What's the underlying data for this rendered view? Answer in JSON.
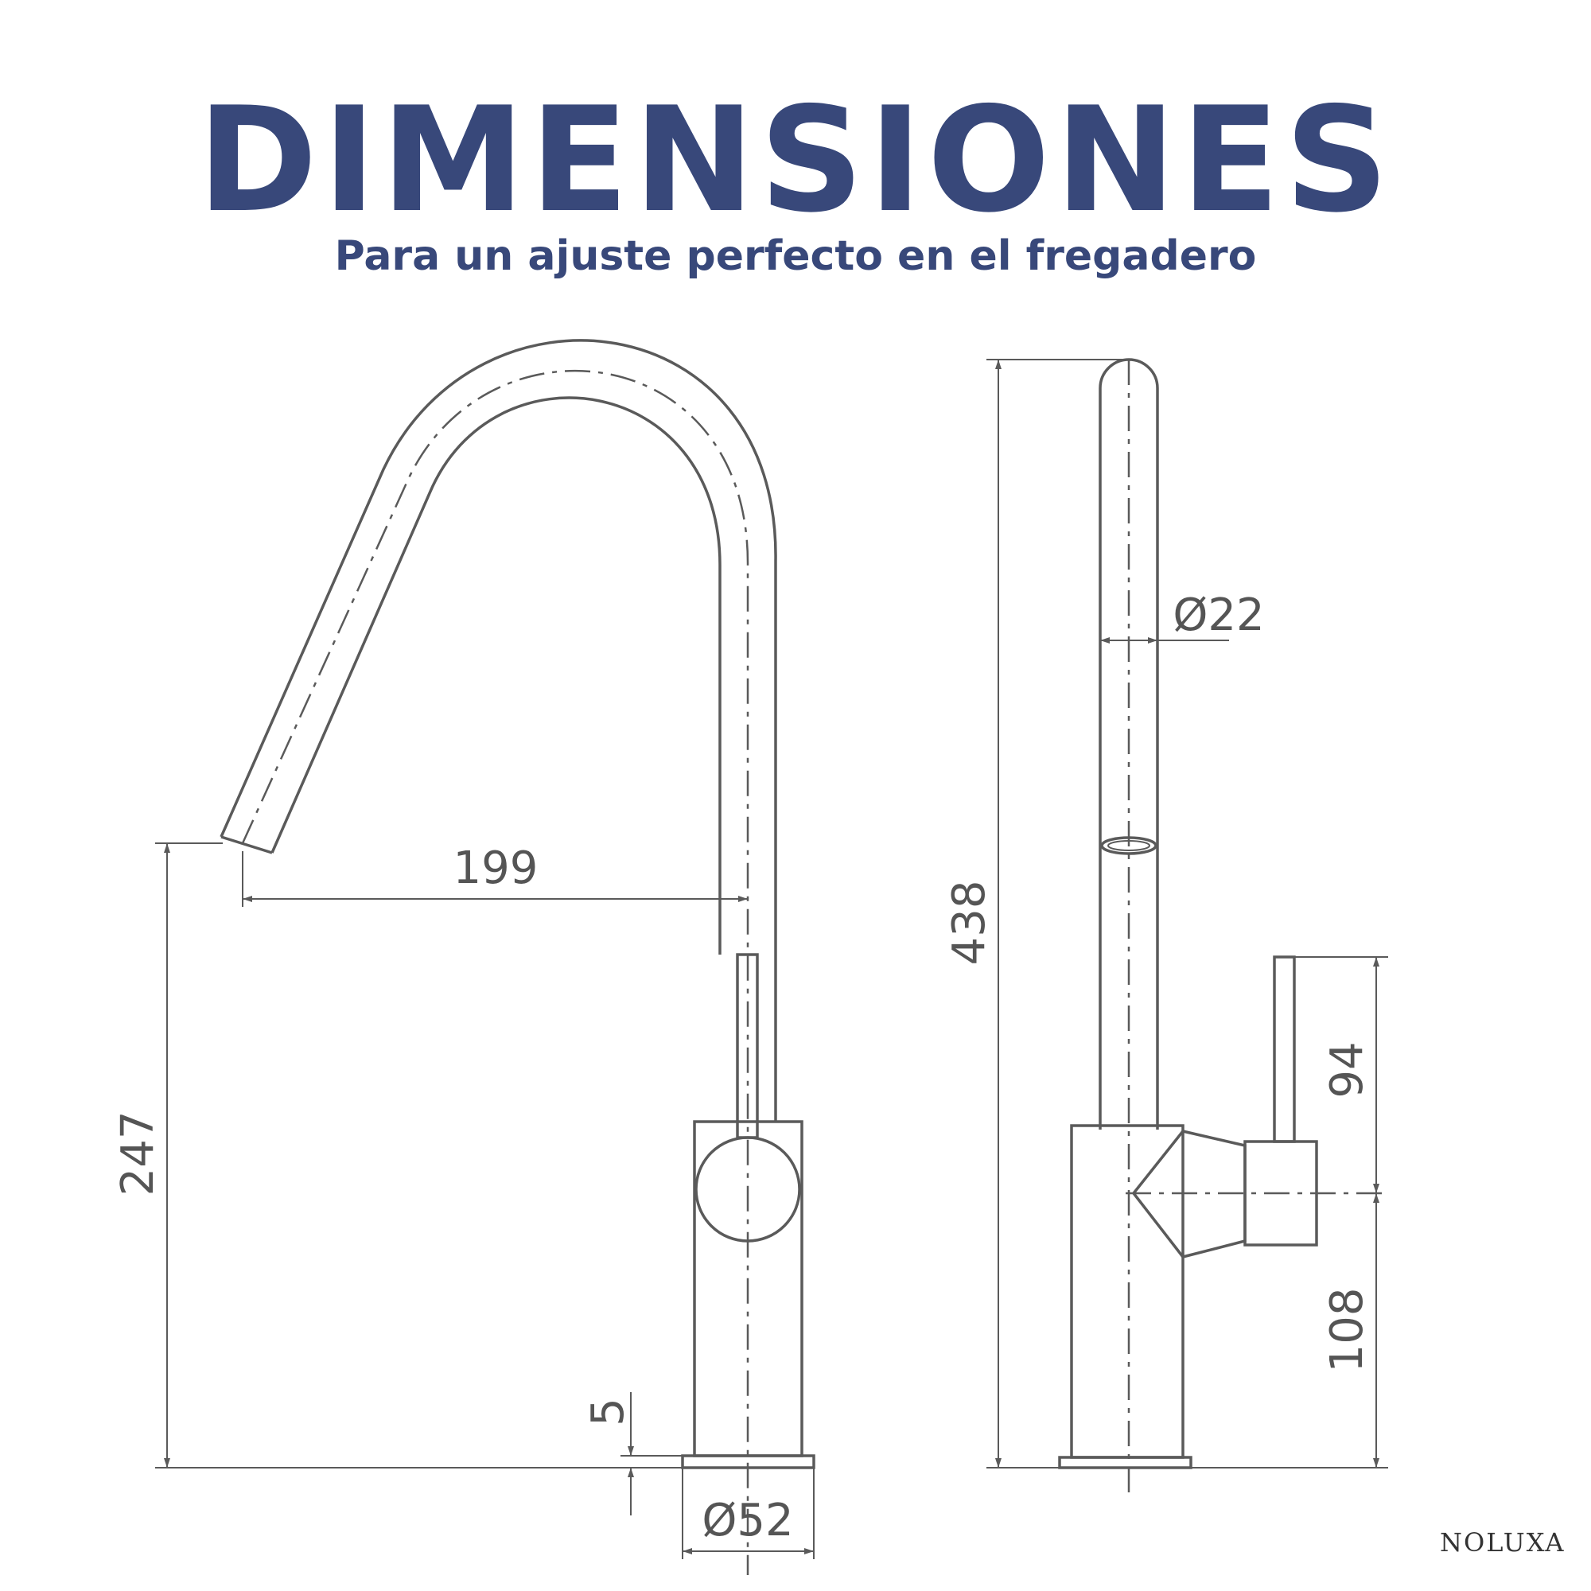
{
  "header": {
    "title": "DIMENSIONES",
    "subtitle": "Para un ajuste perfecto en el fregadero"
  },
  "front_view": {
    "dimensions": {
      "reach": "199",
      "spout_height": "247",
      "base_thickness": "5",
      "base_diameter": "Ø52"
    }
  },
  "side_view": {
    "dimensions": {
      "total_height": "438",
      "spout_diameter": "Ø22",
      "lever_height": "94",
      "lever_axis_height": "108"
    }
  },
  "brand": {
    "name": "NOLUXA"
  },
  "colors": {
    "title": "#38487a",
    "lines": "#5a5a5a"
  }
}
